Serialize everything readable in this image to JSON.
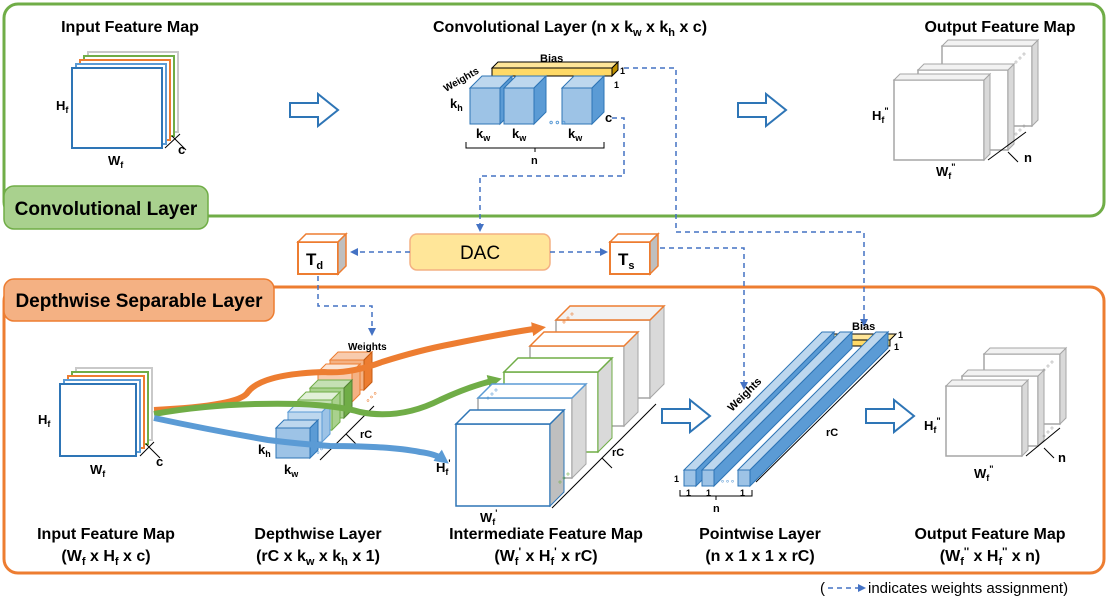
{
  "conv_section": {
    "tag": "Convolutional Layer",
    "input_title": "Input Feature Map",
    "conv_title": "Convolutional Layer (n x kw x kh x c)",
    "conv_title_parts": [
      "Convolutional Layer (n x k",
      "w",
      " x k",
      "h",
      " x c)"
    ],
    "output_title": "Output Feature Map",
    "bias": "Bias",
    "weights": "Weights",
    "n": "n",
    "c": "c",
    "one": "1"
  },
  "middle": {
    "dac": "DAC",
    "td": "Td",
    "ts": "Ts"
  },
  "dw_section": {
    "tag": "Depthwise Separable Layer",
    "captions": [
      {
        "line1": "Input Feature Map",
        "line2": "(Wf x Hf x c)"
      },
      {
        "line1": "Depthwise Layer",
        "line2": "(rC x kw x kh x 1)"
      },
      {
        "line1": "Intermediate Feature Map",
        "line2": "(Wf' x Hf' x rC)"
      },
      {
        "line1": "Pointwise Layer",
        "line2": "(n x 1 x 1 x rC)"
      },
      {
        "line1": "Output Feature Map",
        "line2": "(Wf'' x Hf'' x n)"
      }
    ],
    "weights": "Weights",
    "bias": "Bias",
    "rC": "rC"
  },
  "legend": {
    "open": "(",
    "text": "indicates weights assignment)"
  },
  "colors": {
    "green_border": "#70AD47",
    "green_tag_fill": "#A9D18E",
    "orange_border": "#ED7D31",
    "orange_tag_fill": "#F4B183",
    "dac_fill": "#FFE699",
    "dac_border": "#F4B183",
    "blue": "#5B9BD5",
    "blue_light": "#9DC3E6",
    "dashed": "#4472C4",
    "gold": "#FFD966",
    "grey": "#BFBFBF"
  }
}
